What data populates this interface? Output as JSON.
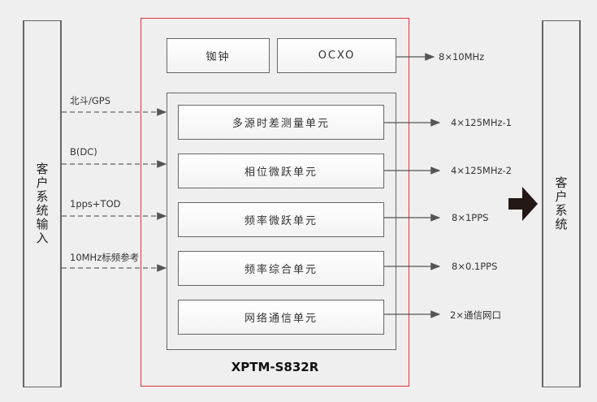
{
  "left_panel": {
    "title": "客户系统输入"
  },
  "right_panel": {
    "title": "客户系统"
  },
  "device": {
    "model": "XPTM-S832R",
    "accent_color": "#e0303a"
  },
  "sources": [
    {
      "label": "铷钟"
    },
    {
      "label": "OCXO"
    }
  ],
  "units": [
    {
      "label": "多源时差测量单元"
    },
    {
      "label": "相位微跃单元"
    },
    {
      "label": "频率微跃单元"
    },
    {
      "label": "频率综合单元"
    },
    {
      "label": "网络通信单元"
    }
  ],
  "inputs": [
    {
      "label": "北斗/GPS"
    },
    {
      "label": "B(DC)"
    },
    {
      "label": "1pps+TOD"
    },
    {
      "label": "10MHz标频参考"
    }
  ],
  "outputs": [
    {
      "label": "8×10MHz"
    },
    {
      "label": "4×125MHz-1"
    },
    {
      "label": "4×125MHz-2"
    },
    {
      "label": "8×1PPS"
    },
    {
      "label": "8×0.1PPS"
    },
    {
      "label": "2×通信网口"
    }
  ]
}
